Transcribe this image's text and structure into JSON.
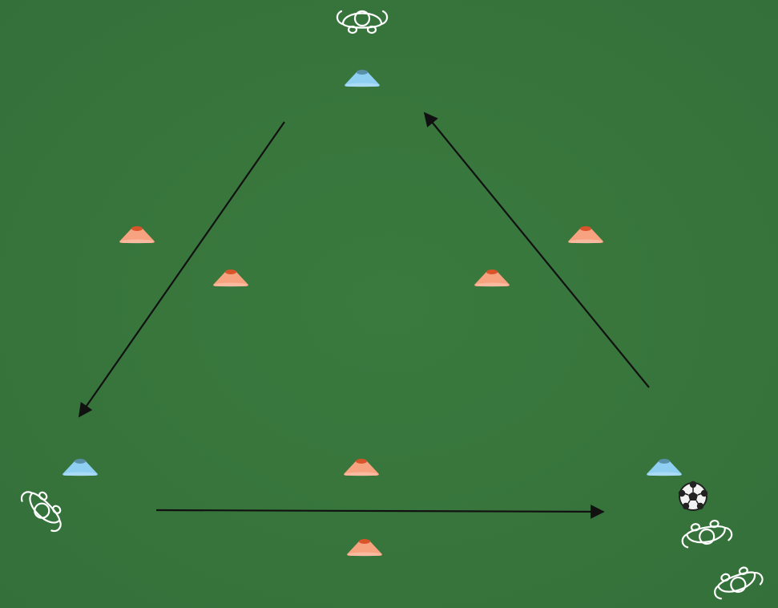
{
  "colors": {
    "pitch": "#3a7a3e",
    "pitch_dark": "#34703a",
    "arrow": "#111111",
    "cone_blue": "#8ecff2",
    "cone_blue_top": "#5a8fa8",
    "cone_orange": "#f7a380",
    "cone_orange_top": "#d9542a",
    "player_outline": "#ffffff",
    "ball": "#222222"
  },
  "icons": {
    "player": "player-topdown-icon",
    "cone": "cone-icon",
    "ball": "soccer-ball-icon"
  },
  "drill": {
    "cones": [
      {
        "name": "cone-blue-top",
        "color": "blue"
      },
      {
        "name": "cone-orange-left-upper",
        "color": "orange"
      },
      {
        "name": "cone-orange-left-inner",
        "color": "orange"
      },
      {
        "name": "cone-orange-right-inner",
        "color": "orange"
      },
      {
        "name": "cone-orange-right-upper",
        "color": "orange"
      },
      {
        "name": "cone-blue-bottom-left",
        "color": "blue"
      },
      {
        "name": "cone-orange-bottom-middle",
        "color": "orange"
      },
      {
        "name": "cone-blue-bottom-right",
        "color": "blue"
      },
      {
        "name": "cone-orange-bottom-outer",
        "color": "orange"
      }
    ],
    "players": [
      {
        "name": "player-top"
      },
      {
        "name": "player-bottom-left"
      },
      {
        "name": "player-bottom-right-1"
      },
      {
        "name": "player-bottom-right-2"
      }
    ],
    "arrows": [
      {
        "name": "arrow-top-to-bottom-left"
      },
      {
        "name": "arrow-bottom-left-to-bottom-right"
      },
      {
        "name": "arrow-bottom-right-to-top"
      }
    ],
    "ball": {
      "name": "soccer-ball"
    }
  }
}
